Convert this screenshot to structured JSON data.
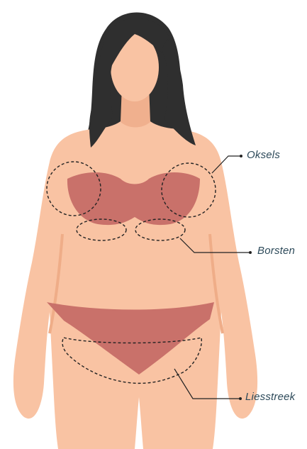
{
  "labels": {
    "armpits": "Oksels",
    "breasts": "Borsten",
    "groin": "Liesstreek"
  },
  "colors": {
    "skin": "#f9c3a3",
    "skin_shadow": "#f0b08e",
    "hair": "#2f2f2f",
    "underwear": "#c9716a",
    "outline": "#222222",
    "label": "#2d4a5a"
  }
}
